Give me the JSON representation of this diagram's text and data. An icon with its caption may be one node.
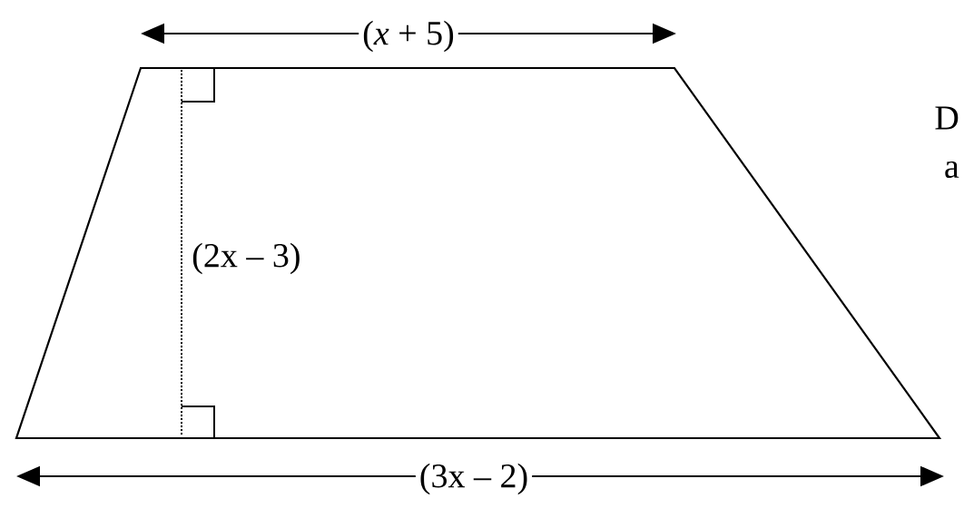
{
  "diagram": {
    "labels": [
      "(*x* + 5)",
      "(2x – 3)",
      "(3x – 2)",
      "D",
      "a"
    ]
  }
}
